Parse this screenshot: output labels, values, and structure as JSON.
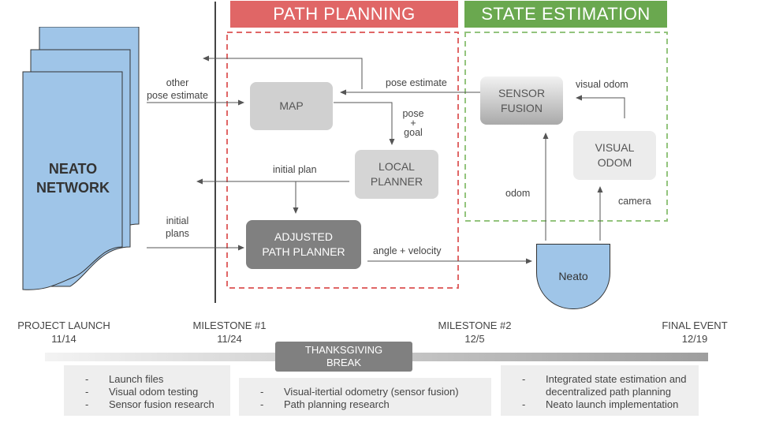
{
  "headers": {
    "path_planning": "PATH PLANNING",
    "state_estimation": "STATE ESTIMATION"
  },
  "neato_network": {
    "line1": "NEATO",
    "line2": "NETWORK"
  },
  "nodes": {
    "map": "MAP",
    "local_planner": "LOCAL\nPLANNER",
    "adjusted_path_planner": "ADJUSTED\nPATH PLANNER",
    "sensor_fusion": "SENSOR\nFUSION",
    "visual_odom": "VISUAL\nODOM",
    "neato": "Neato"
  },
  "edge_labels": {
    "other_pose_estimate": "other\npose estimate",
    "pose_estimate": "pose estimate",
    "pose_goal": "pose\n+\ngoal",
    "initial_plan": "initial plan",
    "initial_plans": "initial\nplans",
    "angle_velocity": "angle + velocity",
    "visual_odom": "visual odom",
    "odom": "odom",
    "camera": "camera"
  },
  "timeline": {
    "milestones": [
      {
        "title": "PROJECT LAUNCH",
        "date": "11/14"
      },
      {
        "title": "MILESTONE #1",
        "date": "11/24"
      },
      {
        "title": "MILESTONE #2",
        "date": "12/5"
      },
      {
        "title": "FINAL EVENT",
        "date": "12/19"
      }
    ],
    "break_label": "THANKSGIVING\nBREAK",
    "notes": [
      {
        "items": [
          "Launch files",
          "Visual odom testing",
          "Sensor fusion research"
        ]
      },
      {
        "items": [
          "Visual-itertial odometry (sensor fusion)",
          "Path planning research"
        ]
      },
      {
        "items": [
          "Integrated state estimation and decentralized path planning",
          "Neato launch implementation"
        ]
      }
    ]
  },
  "colors": {
    "path_planning": "#e06666",
    "state_estimation": "#6aa84f",
    "neato_blue": "#9fc5e8",
    "node_gray": "#d0d0d0",
    "dark_gray": "#808080"
  }
}
